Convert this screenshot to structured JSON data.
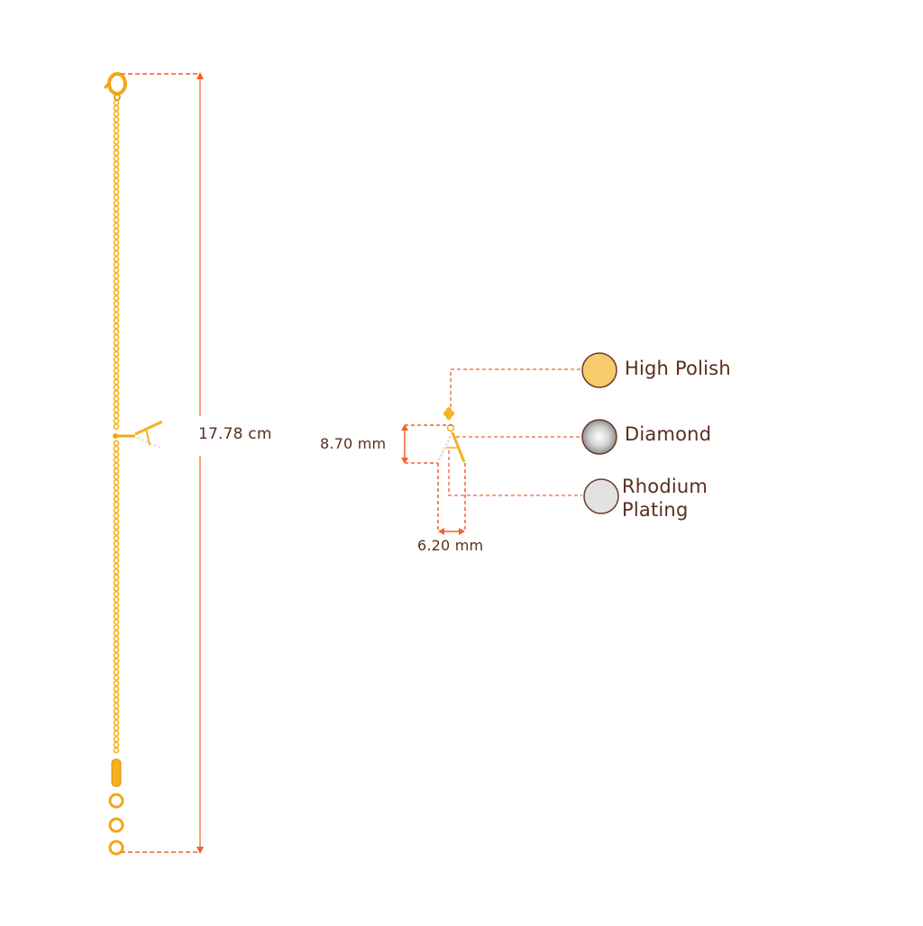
{
  "product": {
    "type": "bracelet",
    "overall_length_label": "17.78 cm",
    "pendant_height_label": "8.70 mm",
    "pendant_width_label": "6.20 mm"
  },
  "legend": [
    {
      "name": "high-polish",
      "label": "High Polish",
      "swatch_color": "#f7cb6e"
    },
    {
      "name": "diamond",
      "label": "Diamond",
      "swatch_color": "#d9d9d9"
    },
    {
      "name": "rhodium-plating",
      "label_line1": "Rhodium",
      "label_line2": "Plating",
      "swatch_color": "#e2e2e2"
    }
  ],
  "colors": {
    "dimension_line": "#f2612a",
    "dimension_line_light": "#f58a5a",
    "gold": "#f4b31c",
    "gold_dark": "#d9900c",
    "text": "#5a2e1e",
    "swatch_border": "#6b3a26"
  }
}
